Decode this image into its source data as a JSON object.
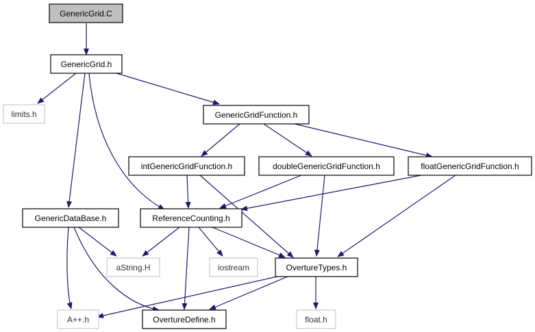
{
  "colors": {
    "edge": "#191970",
    "box_border": "#000000",
    "box_border_external": "#bfbfbf",
    "root_fill": "#bfbfbf",
    "box_fill": "#ffffff"
  },
  "nodes": {
    "genericgrid_c": {
      "label": "GenericGrid.C",
      "kind": "root"
    },
    "genericgrid_h": {
      "label": "GenericGrid.h",
      "kind": "file"
    },
    "limits_h": {
      "label": "limits.h",
      "kind": "external"
    },
    "genericgridfunction_h": {
      "label": "GenericGridFunction.h",
      "kind": "file"
    },
    "intgenericgridfunction_h": {
      "label": "intGenericGridFunction.h",
      "kind": "file"
    },
    "doublegenericgridfunction_h": {
      "label": "doubleGenericGridFunction.h",
      "kind": "file"
    },
    "floatgenericgridfunction_h": {
      "label": "floatGenericGridFunction.h",
      "kind": "file"
    },
    "genericdatabase_h": {
      "label": "GenericDataBase.h",
      "kind": "file"
    },
    "referencecounting_h": {
      "label": "ReferenceCounting.h",
      "kind": "file"
    },
    "astring_h": {
      "label": "aString.H",
      "kind": "external"
    },
    "iostream": {
      "label": "iostream",
      "kind": "external"
    },
    "overturetypes_h": {
      "label": "OvertureTypes.h",
      "kind": "file"
    },
    "app_h": {
      "label": "A++.h",
      "kind": "external"
    },
    "overturedefine_h": {
      "label": "OvertureDefine.h",
      "kind": "file"
    },
    "float_h": {
      "label": "float.h",
      "kind": "external"
    }
  },
  "edges": [
    [
      "genericgrid_c",
      "genericgrid_h"
    ],
    [
      "genericgrid_h",
      "limits_h"
    ],
    [
      "genericgrid_h",
      "genericgridfunction_h"
    ],
    [
      "genericgrid_h",
      "genericdatabase_h"
    ],
    [
      "genericgrid_h",
      "referencecounting_h"
    ],
    [
      "genericgridfunction_h",
      "intgenericgridfunction_h"
    ],
    [
      "genericgridfunction_h",
      "doublegenericgridfunction_h"
    ],
    [
      "genericgridfunction_h",
      "floatgenericgridfunction_h"
    ],
    [
      "intgenericgridfunction_h",
      "referencecounting_h"
    ],
    [
      "intgenericgridfunction_h",
      "overturetypes_h"
    ],
    [
      "doublegenericgridfunction_h",
      "referencecounting_h"
    ],
    [
      "doublegenericgridfunction_h",
      "overturetypes_h"
    ],
    [
      "floatgenericgridfunction_h",
      "referencecounting_h"
    ],
    [
      "floatgenericgridfunction_h",
      "overturetypes_h"
    ],
    [
      "genericdatabase_h",
      "astring_h"
    ],
    [
      "genericdatabase_h",
      "app_h"
    ],
    [
      "genericdatabase_h",
      "overturedefine_h"
    ],
    [
      "referencecounting_h",
      "astring_h"
    ],
    [
      "referencecounting_h",
      "iostream"
    ],
    [
      "referencecounting_h",
      "overturetypes_h"
    ],
    [
      "referencecounting_h",
      "overturedefine_h"
    ],
    [
      "overturetypes_h",
      "app_h"
    ],
    [
      "overturetypes_h",
      "overturedefine_h"
    ],
    [
      "overturetypes_h",
      "float_h"
    ]
  ]
}
